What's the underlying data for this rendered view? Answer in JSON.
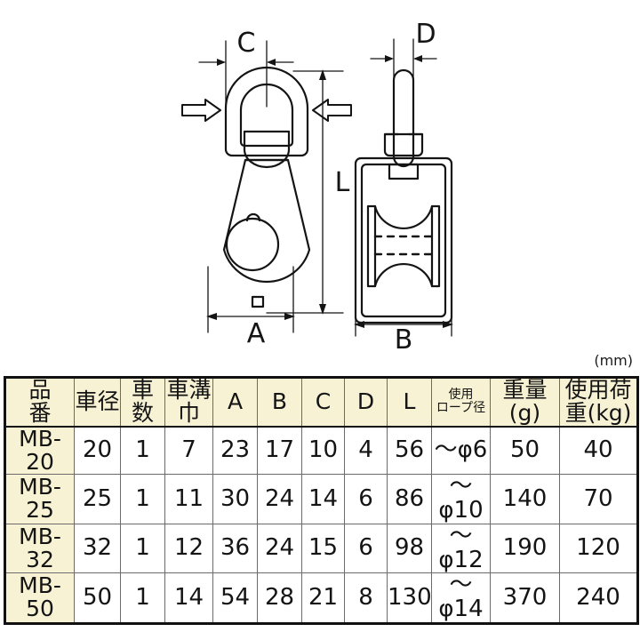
{
  "drawing": {
    "dimension_labels": {
      "c": "C",
      "d": "D",
      "l": "L",
      "a": "A",
      "b": "B"
    },
    "views": {
      "front": "swivel-eye-pulley-front-view",
      "side": "swivel-eye-pulley-side-view"
    }
  },
  "unit_note": "(mm)",
  "table": {
    "headers": [
      {
        "text": "品  番",
        "sub": ""
      },
      {
        "text": "車径",
        "sub": ""
      },
      {
        "text": "車数",
        "sub": ""
      },
      {
        "text": "車溝巾",
        "sub": ""
      },
      {
        "text": "A",
        "sub": ""
      },
      {
        "text": "B",
        "sub": ""
      },
      {
        "text": "C",
        "sub": ""
      },
      {
        "text": "D",
        "sub": ""
      },
      {
        "text": "L",
        "sub": ""
      },
      {
        "text": "使用",
        "sub": "ロープ径"
      },
      {
        "text": "重量(g)",
        "sub": ""
      },
      {
        "text": "使用荷重(kg)",
        "sub": ""
      }
    ],
    "rows": [
      {
        "part_no": "MB-20",
        "wheel_dia": "20",
        "wheel_count": "1",
        "groove_width": "7",
        "a": "23",
        "b": "17",
        "c": "10",
        "d": "4",
        "l": "56",
        "rope_dia": "～φ6",
        "weight_g": "50",
        "load_kg": "40"
      },
      {
        "part_no": "MB-25",
        "wheel_dia": "25",
        "wheel_count": "1",
        "groove_width": "11",
        "a": "30",
        "b": "24",
        "c": "14",
        "d": "6",
        "l": "86",
        "rope_dia": "～φ10",
        "weight_g": "140",
        "load_kg": "70"
      },
      {
        "part_no": "MB-32",
        "wheel_dia": "32",
        "wheel_count": "1",
        "groove_width": "12",
        "a": "36",
        "b": "24",
        "c": "15",
        "d": "6",
        "l": "98",
        "rope_dia": "～φ12",
        "weight_g": "190",
        "load_kg": "120"
      },
      {
        "part_no": "MB-50",
        "wheel_dia": "50",
        "wheel_count": "1",
        "groove_width": "14",
        "a": "54",
        "b": "28",
        "c": "21",
        "d": "8",
        "l": "130",
        "rope_dia": "～φ14",
        "weight_g": "370",
        "load_kg": "240"
      }
    ]
  },
  "colors": {
    "header_fill": "#f7f2d4",
    "line": "#141414",
    "grid": "#6b6b6b",
    "background": "#ffffff"
  }
}
